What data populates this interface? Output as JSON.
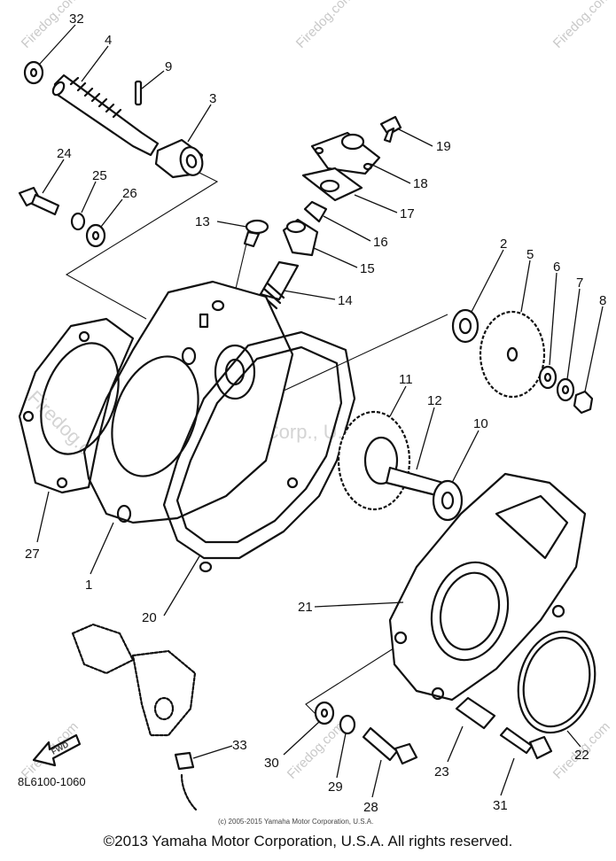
{
  "callouts": {
    "c1": "1",
    "c2": "2",
    "c3": "3",
    "c4": "4",
    "c5": "5",
    "c6": "6",
    "c7": "7",
    "c8": "8",
    "c9": "9",
    "c10": "10",
    "c11": "11",
    "c12": "12",
    "c13": "13",
    "c14": "14",
    "c15": "15",
    "c16": "16",
    "c17": "17",
    "c18": "18",
    "c19": "19",
    "c20": "20",
    "c21": "21",
    "c22": "22",
    "c23": "23",
    "c24": "24",
    "c25": "25",
    "c26": "26",
    "c27": "27",
    "c28": "28",
    "c29": "29",
    "c30": "30",
    "c31": "31",
    "c32": "32",
    "c33": "33"
  },
  "diagram_code": "8L6100-1060",
  "fwd_label": "FWD",
  "watermark": {
    "brand": "Firedog.com",
    "center": "Yamaha Motor Corp., U.S.A."
  },
  "small_copyright": "(c) 2005-2015 Yamaha Motor Corporation, U.S.A.",
  "footer_copyright": "©2013 Yamaha Motor Corporation, U.S.A. All rights reserved."
}
